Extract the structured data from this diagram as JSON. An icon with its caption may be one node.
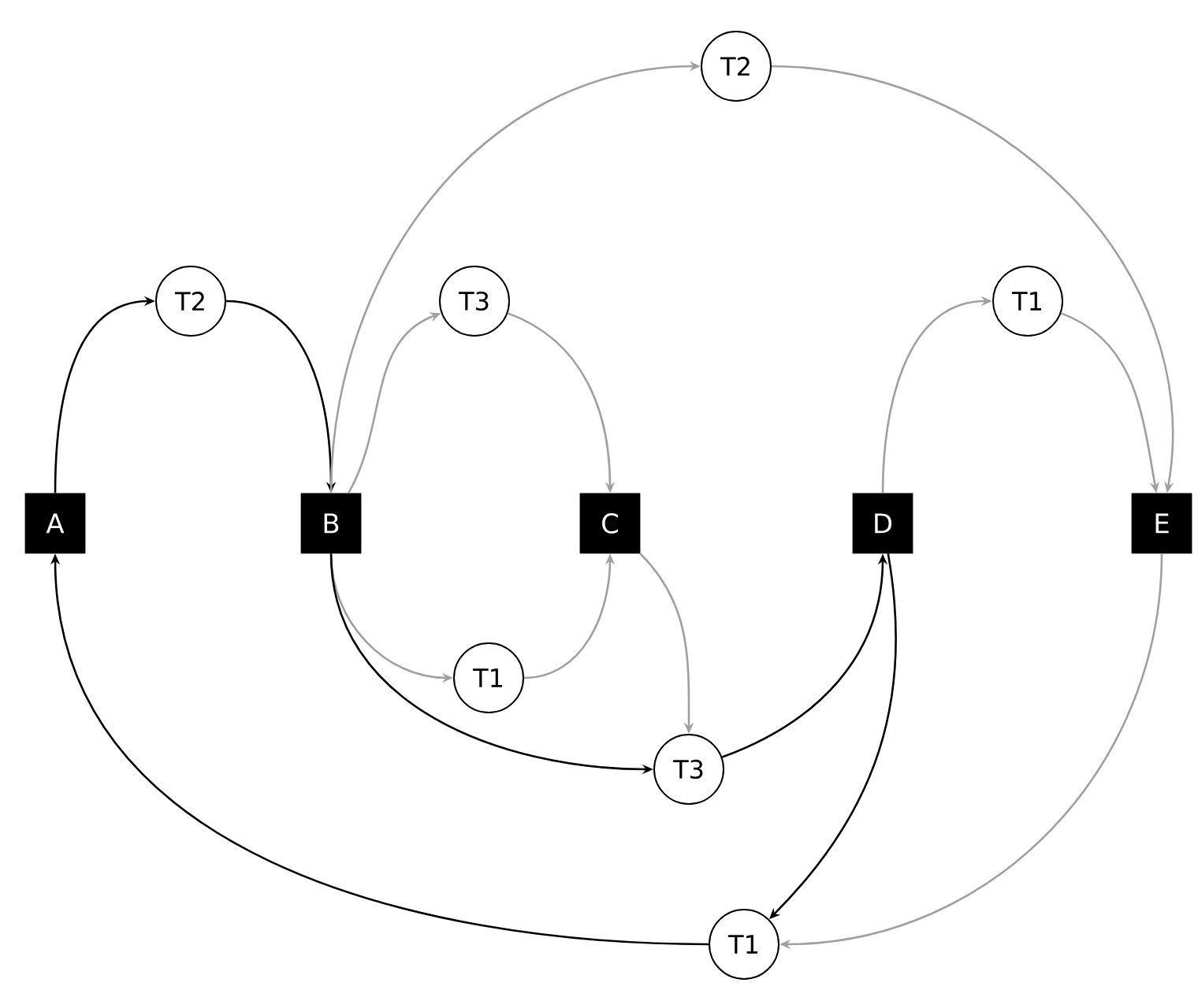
{
  "diagram": {
    "nodes": [
      {
        "text": [
          "T2"
        ]
      },
      {
        "text": [
          "T2"
        ]
      },
      {
        "text": [
          "T3"
        ]
      },
      {
        "text": [
          "T1"
        ]
      },
      {
        "text": [
          "A"
        ]
      },
      {
        "text": [
          "B"
        ]
      },
      {
        "text": [
          "C"
        ]
      },
      {
        "text": [
          "D"
        ]
      },
      {
        "text": [
          "E"
        ]
      },
      {
        "text": [
          "T1"
        ]
      },
      {
        "text": [
          "T3"
        ]
      },
      {
        "text": [
          "T1"
        ]
      }
    ],
    "edges": [
      {
        "from": 4,
        "to": 1,
        "arrow": "to",
        "color": "#000000"
      },
      {
        "from": 1,
        "to": 5,
        "arrow": "to",
        "color": "#000000"
      },
      {
        "from": 5,
        "to": 0,
        "arrow": "to"
      },
      {
        "from": 0,
        "to": 8,
        "arrow": "to"
      },
      {
        "from": 5,
        "to": 2,
        "arrow": "to"
      },
      {
        "from": 2,
        "to": 6,
        "arrow": "to"
      },
      {
        "from": 7,
        "to": 3,
        "arrow": "to"
      },
      {
        "from": 3,
        "to": 8,
        "arrow": "to"
      },
      {
        "from": 5,
        "to": 9,
        "arrow": "to"
      },
      {
        "from": 9,
        "to": 6,
        "arrow": "to"
      },
      {
        "from": 6,
        "to": 10,
        "arrow": "to"
      },
      {
        "from": 5,
        "to": 10,
        "arrow": "to",
        "color": "#000000"
      },
      {
        "from": 10,
        "to": 7,
        "arrow": "to",
        "color": "#000000"
      },
      {
        "from": 7,
        "to": 11,
        "arrow": "to",
        "color": "#000000"
      },
      {
        "from": 11,
        "to": 4,
        "arrow": "to",
        "color": "#000000"
      },
      {
        "from": 8,
        "to": 11,
        "arrow": "to"
      }
    ]
  }
}
